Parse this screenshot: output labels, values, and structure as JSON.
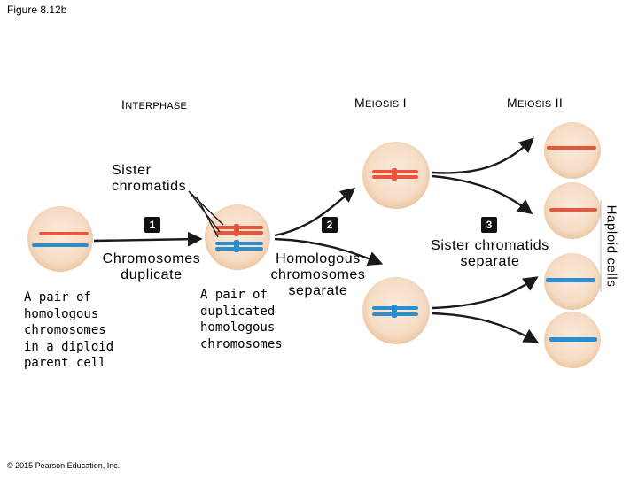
{
  "figure_label": "Figure 8.12b",
  "stages": {
    "interphase": "Interphase",
    "meiosis1": "Meiosis I",
    "meiosis2": "Meiosis II"
  },
  "labels": {
    "sister_chromatids": [
      "Sister",
      "chromatids"
    ],
    "chromosomes_duplicate": [
      "Chromosomes",
      "duplicate"
    ],
    "homologous_separate": [
      "Homologous",
      "chromosomes",
      "separate"
    ],
    "sister_chromatids_separate": [
      "Sister chromatids",
      "separate"
    ],
    "pair_homologous": [
      "A pair of",
      "homologous",
      "chromosomes",
      "in a diploid",
      "parent cell"
    ],
    "pair_duplicated": [
      "A pair of",
      "duplicated",
      "homologous",
      "chromosomes"
    ],
    "haploid_cells": "Haploid cells"
  },
  "steps": [
    "1",
    "2",
    "3"
  ],
  "copyright": "© 2015 Pearson Education, Inc.",
  "colors": {
    "cell_fill": "#f6dcc4",
    "cell_edge": "#e8c09a",
    "red_chromosome": "#e8553a",
    "blue_chromosome": "#2a8fd0",
    "arrow": "#1a1a1a"
  }
}
